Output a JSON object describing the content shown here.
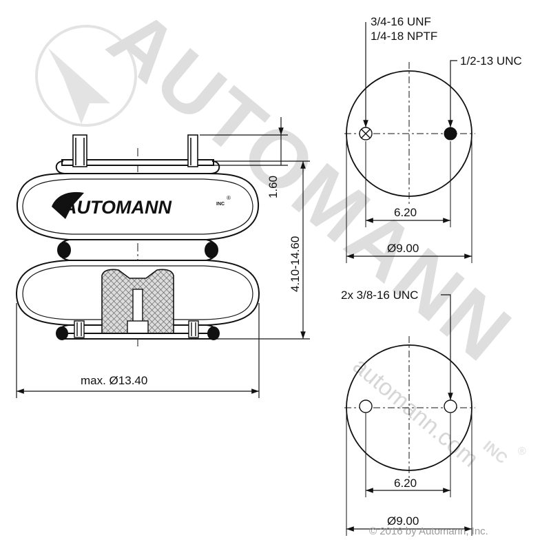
{
  "watermark": {
    "brand": "AUTOMANN",
    "inc": "INC",
    "registered": "®",
    "url": "automann.com"
  },
  "logo": {
    "text": "AUTOMANN",
    "inc": "INC",
    "registered": "®"
  },
  "labels": {
    "top_port_thread": "3/4-16 UNF",
    "top_port_pipe": "1/4-18 NPTF",
    "top_stud": "1/2-13 UNC",
    "top_bolt_spacing": "6.20",
    "top_plate_dia": "Ø9.00",
    "side_height_small": "1.60",
    "side_height_range": "4.10-14.60",
    "max_dia": "max. Ø13.40",
    "bottom_bolts": "2x 3/8-16 UNC",
    "bottom_bolt_spacing": "6.20",
    "bottom_plate_dia": "Ø9.00"
  },
  "copyright": "© 2016 by Automann, Inc.",
  "colors": {
    "line": "#111111",
    "watermark": "#d9d9d9",
    "rubber_pattern": "#555555"
  }
}
